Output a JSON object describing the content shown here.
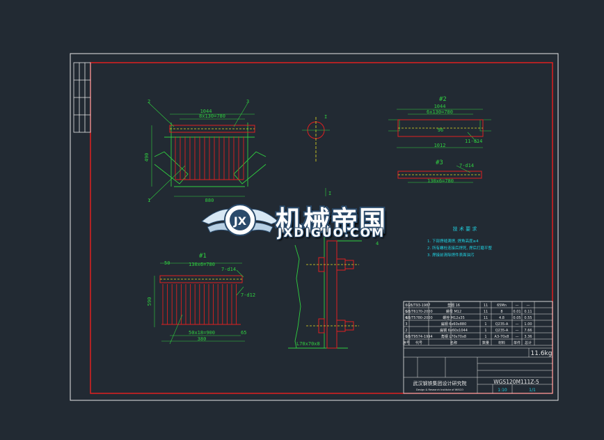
{
  "views": {
    "view_hash1": "#1",
    "view_hash2": "#2",
    "view_hash3": "#3",
    "section_mark": "I",
    "section_arrow": "I"
  },
  "dims": {
    "top_width": "1044",
    "top_pitch": "8x130=780",
    "top_height": "490",
    "top_bottom": "880",
    "v2_width": "1044",
    "v2_pitch": "6x130=780",
    "v2_bottom": "1012",
    "v2_hole": "11-d14",
    "v2_mid": "96",
    "v3_holes": "7-d14",
    "v3_pitch": "130x6=780",
    "v1_pitch": "130x6=780",
    "v1_holes_top": "7-d14",
    "v1_holes_side": "7-d12",
    "v1_height": "590",
    "v1_bottom": "50x18=900",
    "v1_width": "380",
    "v1_left": "50",
    "v1_right": "65",
    "angle_label": "L70x70x8"
  },
  "leaders": {
    "l2": "2",
    "l3": "3",
    "l1": "1",
    "l4": "4"
  },
  "tech_req": {
    "title": "技 术 要 求",
    "items": [
      "1. 下部焊缝满焊, 焊角高度≥4",
      "2. 所有螺栓连接后焊死, 焊后打磨平整",
      "3. 焊接前清除焊件表面油污"
    ]
  },
  "watermark": {
    "title": "机械帝国",
    "url": "JXDIGUO.COM"
  },
  "bom": {
    "rows": [
      [
        "6",
        "GB/T93-1987",
        "垫圈 16",
        "11",
        "65Mn",
        "—",
        "—"
      ],
      [
        "5",
        "GB/T6170-2000",
        "螺母 M12",
        "11",
        "8",
        "0.01",
        "0.11"
      ],
      [
        "4",
        "GB/T5780-2000",
        "螺栓 M12x35",
        "11",
        "4.8",
        "0.05",
        "0.55"
      ],
      [
        "3",
        "",
        "扁钢 6x60x880",
        "1",
        "Q235-A",
        "—",
        "1.00"
      ],
      [
        "2",
        "",
        "扁钢 6x60x1044",
        "1",
        "Q235-A",
        "—",
        "7.66"
      ],
      [
        "1",
        "GB/T9574-1994",
        "角钢 L70x70x8",
        "1",
        "A3-70x8",
        "—",
        "3.36"
      ]
    ],
    "header": [
      "序号",
      "代号",
      "名称",
      "数量",
      "材料",
      "单件",
      "总计"
    ],
    "weight": "11.6kg",
    "drawing_no": "WGS120M111Z-5",
    "company": "武汉钢铁集团设计研究院",
    "company_en": "Design & Research Institute of WISCO",
    "scale_label": "1:10",
    "sheet": "1/1"
  }
}
